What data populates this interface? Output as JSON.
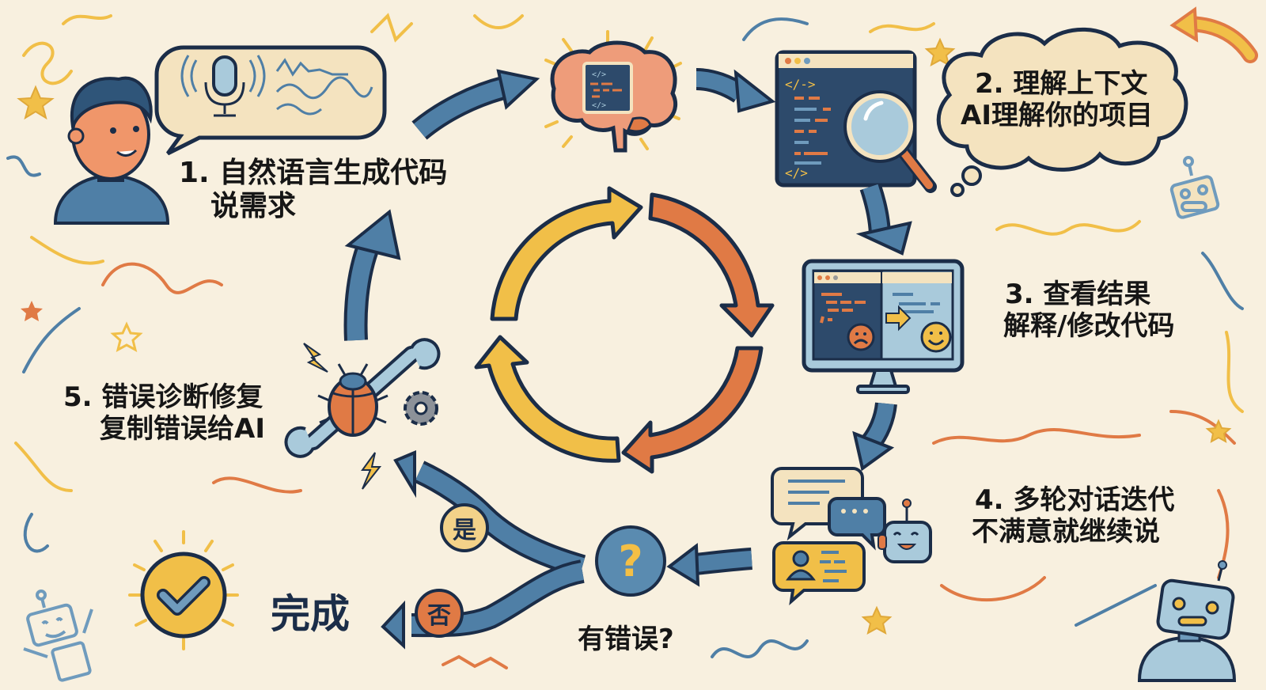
{
  "diagram": {
    "type": "workflow-cycle",
    "theme_colors": {
      "background": "#f8f0df",
      "outline": "#1b2d48",
      "blue": "#4f7fa6",
      "light_blue": "#a9cadb",
      "yellow": "#f1bf48",
      "orange": "#e07a45",
      "cream": "#f4e3bf"
    },
    "steps": [
      {
        "id": 1,
        "title": "1. 自然语言生成代码",
        "subtitle": "说需求",
        "icon": "person-speaking-microphone-icon"
      },
      {
        "id": 2,
        "title": "2. 理解上下文",
        "subtitle": "AI理解你的项目",
        "icon": "brain-code-magnifier-icon"
      },
      {
        "id": 3,
        "title": "3. 查看结果",
        "subtitle": "解释/修改代码",
        "icon": "monitor-sad-to-happy-icon"
      },
      {
        "id": 4,
        "title": "4. 多轮对话迭代",
        "subtitle": "不满意就继续说",
        "icon": "chat-bubbles-robot-icon"
      },
      {
        "id": 5,
        "title": "5. 错误诊断修复",
        "subtitle": "复制错误给AI",
        "icon": "bug-wrench-gear-icon"
      }
    ],
    "decision": {
      "question": "有错误?",
      "symbol": "?",
      "yes_label": "是",
      "no_label": "否"
    },
    "end": {
      "label": "完成",
      "icon": "checkmark-circle-icon"
    },
    "center": {
      "icon": "cycle-arrows-icon"
    },
    "flow": [
      {
        "from": "step1",
        "to": "step2"
      },
      {
        "from": "step2",
        "to": "step3"
      },
      {
        "from": "step3",
        "to": "step4"
      },
      {
        "from": "step4",
        "to": "decision"
      },
      {
        "from": "decision",
        "to": "step5",
        "condition": "是"
      },
      {
        "from": "decision",
        "to": "end",
        "condition": "否"
      },
      {
        "from": "step5",
        "to": "step1"
      }
    ]
  }
}
